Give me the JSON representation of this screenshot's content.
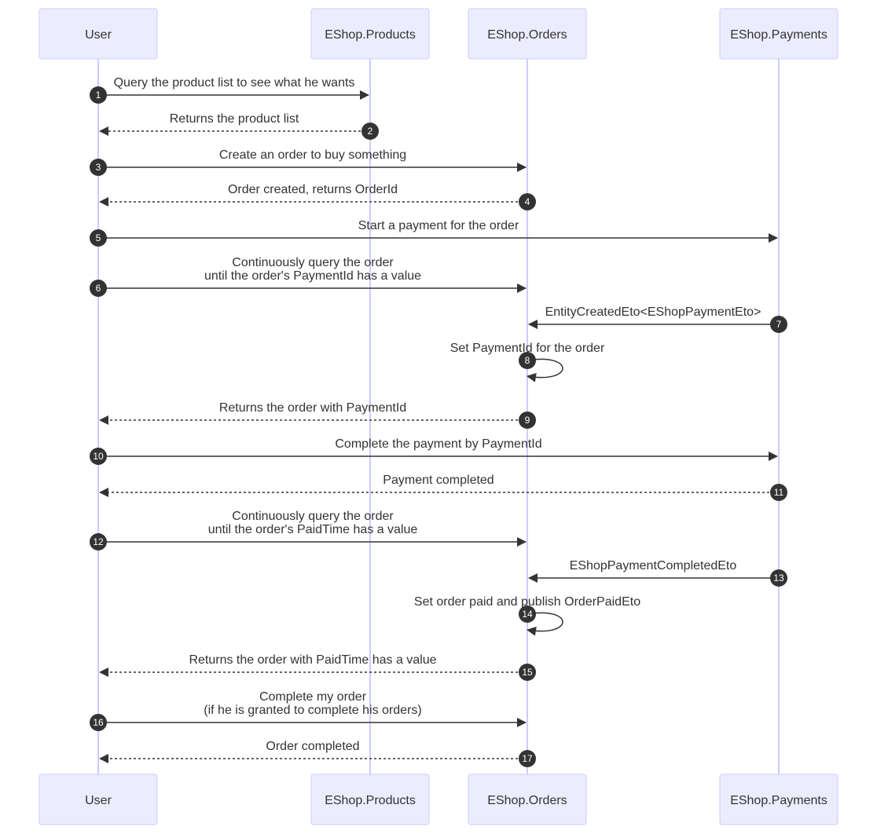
{
  "diagram": {
    "type": "sequence",
    "actors": [
      {
        "id": "user",
        "label": "User"
      },
      {
        "id": "products",
        "label": "EShop.Products"
      },
      {
        "id": "orders",
        "label": "EShop.Orders"
      },
      {
        "id": "payments",
        "label": "EShop.Payments"
      }
    ],
    "messages": [
      {
        "num": "1",
        "from": "user",
        "to": "products",
        "style": "solid",
        "lines": [
          "Query the product list to see what he wants"
        ]
      },
      {
        "num": "2",
        "from": "products",
        "to": "user",
        "style": "dashed",
        "lines": [
          "Returns the product list"
        ]
      },
      {
        "num": "3",
        "from": "user",
        "to": "orders",
        "style": "solid",
        "lines": [
          "Create an order to buy something"
        ]
      },
      {
        "num": "4",
        "from": "orders",
        "to": "user",
        "style": "dashed",
        "lines": [
          "Order created, returns OrderId"
        ]
      },
      {
        "num": "5",
        "from": "user",
        "to": "payments",
        "style": "solid",
        "lines": [
          "Start a payment for the order"
        ]
      },
      {
        "num": "6",
        "from": "user",
        "to": "orders",
        "style": "solid",
        "lines": [
          "Continuously query the order",
          "until the order's PaymentId has a value"
        ]
      },
      {
        "num": "7",
        "from": "payments",
        "to": "orders",
        "style": "solid",
        "lines": [
          "EntityCreatedEto<EShopPaymentEto>"
        ]
      },
      {
        "num": "8",
        "from": "orders",
        "to": "orders",
        "style": "self",
        "lines": [
          "Set PaymentId for the order"
        ]
      },
      {
        "num": "9",
        "from": "orders",
        "to": "user",
        "style": "dashed",
        "lines": [
          "Returns the order with PaymentId"
        ]
      },
      {
        "num": "10",
        "from": "user",
        "to": "payments",
        "style": "solid",
        "lines": [
          "Complete the payment by PaymentId"
        ]
      },
      {
        "num": "11",
        "from": "payments",
        "to": "user",
        "style": "dashed",
        "lines": [
          "Payment completed"
        ]
      },
      {
        "num": "12",
        "from": "user",
        "to": "orders",
        "style": "solid",
        "lines": [
          "Continuously query the order",
          "until the order's PaidTime has a value"
        ]
      },
      {
        "num": "13",
        "from": "payments",
        "to": "orders",
        "style": "solid",
        "lines": [
          "EShopPaymentCompletedEto"
        ]
      },
      {
        "num": "14",
        "from": "orders",
        "to": "orders",
        "style": "self",
        "lines": [
          "Set order paid and publish OrderPaidEto"
        ]
      },
      {
        "num": "15",
        "from": "orders",
        "to": "user",
        "style": "dashed",
        "lines": [
          "Returns the order with PaidTime has a value"
        ]
      },
      {
        "num": "16",
        "from": "user",
        "to": "orders",
        "style": "solid",
        "lines": [
          "Complete my order",
          "(if he is granted to complete his orders)"
        ]
      },
      {
        "num": "17",
        "from": "orders",
        "to": "user",
        "style": "dashed",
        "lines": [
          "Order completed"
        ]
      }
    ]
  }
}
